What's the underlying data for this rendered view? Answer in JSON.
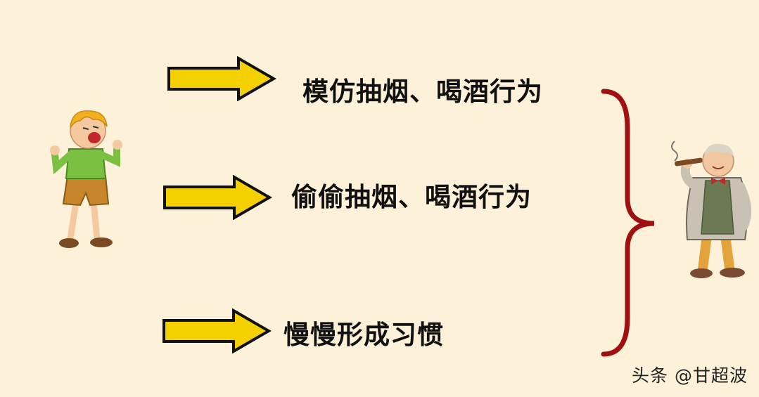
{
  "steps": [
    {
      "label": "模仿抽烟、喝酒行为"
    },
    {
      "label": "偷偷抽烟、喝酒行为"
    },
    {
      "label": "慢慢形成习惯"
    }
  ],
  "watermark": "头条 @甘超波",
  "colors": {
    "background": "#fdf2d9",
    "arrow_fill": "#f5d000",
    "arrow_outline": "#111111",
    "brace": "#a01010"
  },
  "icons": {
    "child": "crying-child-icon",
    "adult": "smoking-man-icon"
  }
}
